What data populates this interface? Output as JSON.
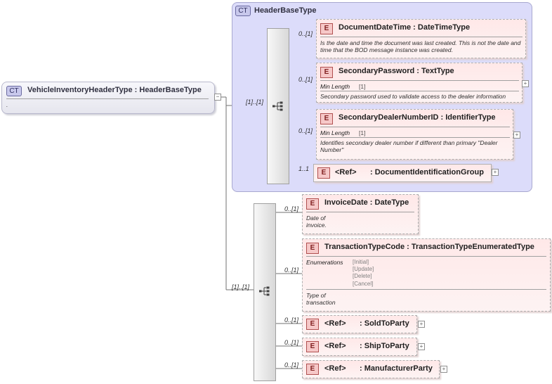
{
  "root": {
    "badge": "CT",
    "name": "VehicleInventoryHeaderType",
    "type": "HeaderBaseType",
    "doc": "."
  },
  "base": {
    "badge": "CT",
    "name": "HeaderBaseType",
    "cardinality": "[1]..[1]"
  },
  "base_elements": [
    {
      "badge": "E",
      "name": "DocumentDateTime",
      "type": "DateTimeType",
      "cardinality": "0..[1]",
      "doc": "Is the date and time the document was last created. This is not the date and time that the BOD message instance was created."
    },
    {
      "badge": "E",
      "name": "SecondaryPassword",
      "type": "TextType",
      "cardinality": "0..[1]",
      "facet_label": "Min Length",
      "facet_value": "[1]",
      "doc": "Secondary password used to validate access to the dealer information"
    },
    {
      "badge": "E",
      "name": "SecondaryDealerNumberID",
      "type": "IdentifierType",
      "cardinality": "0..[1]",
      "facet_label": "Min Length",
      "facet_value": "[1]",
      "doc": "Identifies secondary dealer number if different than primary \"Dealer Number\""
    },
    {
      "badge": "E",
      "ref": "<Ref>",
      "name": "DocumentIdentificationGroup",
      "cardinality": "1..1"
    }
  ],
  "ext_cardinality": "[1]..[1]",
  "ext_elements": [
    {
      "badge": "E",
      "name": "InvoiceDate",
      "type": "DateType",
      "cardinality": "0..[1]",
      "doc": "Date of invoice."
    },
    {
      "badge": "E",
      "name": "TransactionTypeCode",
      "type": "TransactionTypeEnumeratedType",
      "cardinality": "0..[1]",
      "facet_label": "Enumerations",
      "enums": [
        "[Initial]",
        "[Update]",
        "[Delete]",
        "[Cancel]"
      ],
      "doc": "Type of transaction"
    },
    {
      "badge": "E",
      "ref": "<Ref>",
      "name": "SoldToParty",
      "cardinality": "0..[1]"
    },
    {
      "badge": "E",
      "ref": "<Ref>",
      "name": "ShipToParty",
      "cardinality": "0..[1]"
    },
    {
      "badge": "E",
      "ref": "<Ref>",
      "name": "ManufacturerParty",
      "cardinality": "0..[1]"
    }
  ],
  "icons": {
    "expand": "plus-icon",
    "sequence": "sequence-icon"
  },
  "colors": {
    "complex_type_bg": "#dcdcfa",
    "element_bg": "#ffe8e8",
    "element_badge": "#f6c8c8"
  }
}
